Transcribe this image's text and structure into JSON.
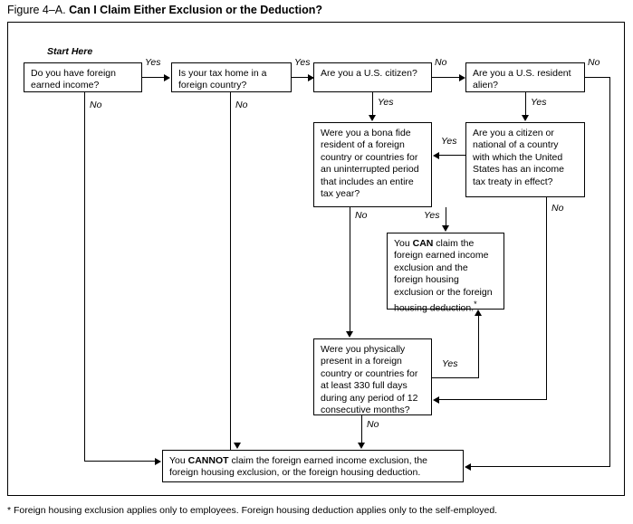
{
  "figure": {
    "number": "Figure 4–A.",
    "title": "Can I Claim Either Exclusion or the Deduction?"
  },
  "start_label": "Start Here",
  "nodes": {
    "foreign_income": "Do you have foreign earned income?",
    "tax_home": "Is your tax home in a foreign country?",
    "us_citizen": "Are you a U.S. citizen?",
    "resident_alien": "Are you a U.S. resident alien?",
    "bona_fide": "Were you a bona fide resident of a foreign country or countries for an uninterrupted period that includes an entire tax year?",
    "treaty": "Are you a citizen or national of a country with which the United States has an income tax treaty in effect?",
    "can_claim_pre": "You ",
    "can_claim_strong": "CAN",
    "can_claim_post": " claim the foreign earned income exclusion and the foreign housing exclusion or the foreign housing deduction.",
    "can_claim_footnote_mark": "*",
    "physical_presence": "Were you physically present in a foreign country or countries for at least 330 full days during any period of 12 consecutive months?",
    "cannot_claim_pre": "You ",
    "cannot_claim_strong": "CANNOT",
    "cannot_claim_post": " claim the foreign earned income exclusion, the foreign housing exclusion, or the foreign housing deduction."
  },
  "edges": {
    "yes1": "Yes",
    "no1": "No",
    "yes2": "Yes",
    "no2": "No",
    "yes_citizen": "Yes",
    "no_citizen": "No",
    "yes_alien": "Yes",
    "no_alien": "No",
    "yes_treaty": "Yes",
    "no_treaty": "No",
    "no_bonafide": "No",
    "yes_bonafide": "Yes",
    "yes_physical": "Yes",
    "no_physical": "No"
  },
  "footnote": "* Foreign housing exclusion applies only to employees. Foreign housing deduction applies only to the self-employed.",
  "colors": {
    "ink": "#000000",
    "page": "#ffffff"
  }
}
